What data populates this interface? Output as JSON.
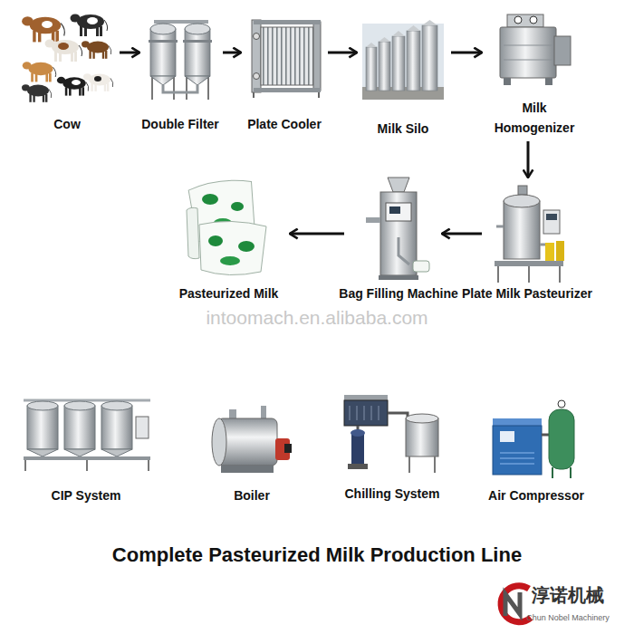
{
  "diagram": {
    "title": "Complete Pasteurized Milk Production Line",
    "nodes": [
      {
        "text": [
          "Cow"
        ]
      },
      {
        "text": [
          "Double Filter"
        ]
      },
      {
        "text": [
          "Plate Cooler"
        ]
      },
      {
        "text": [
          "Milk Silo"
        ]
      },
      {
        "text": [
          "Milk Homogenizer"
        ]
      },
      {
        "text": [
          "Plate Milk Pasteurizer"
        ]
      },
      {
        "text": [
          "Bag Filling Machine"
        ]
      },
      {
        "text": [
          "Pasteurized Milk"
        ]
      },
      {
        "text": [
          "CIP System"
        ]
      },
      {
        "text": [
          "Boiler"
        ]
      },
      {
        "text": [
          "Chilling System"
        ]
      },
      {
        "text": [
          "Air Compressor"
        ]
      }
    ],
    "edges": [
      {
        "from": 0,
        "to": 1,
        "arrow": "to"
      },
      {
        "from": 1,
        "to": 2,
        "arrow": "to"
      },
      {
        "from": 2,
        "to": 3,
        "arrow": "to"
      },
      {
        "from": 3,
        "to": 4,
        "arrow": "to"
      },
      {
        "from": 4,
        "to": 5,
        "arrow": "to"
      },
      {
        "from": 5,
        "to": 6,
        "arrow": "to"
      },
      {
        "from": 6,
        "to": 7,
        "arrow": "to"
      }
    ],
    "labels": [
      "intoomach.en.alibaba.com",
      "淳诺机械",
      "Chun Nobel Machinery"
    ]
  }
}
